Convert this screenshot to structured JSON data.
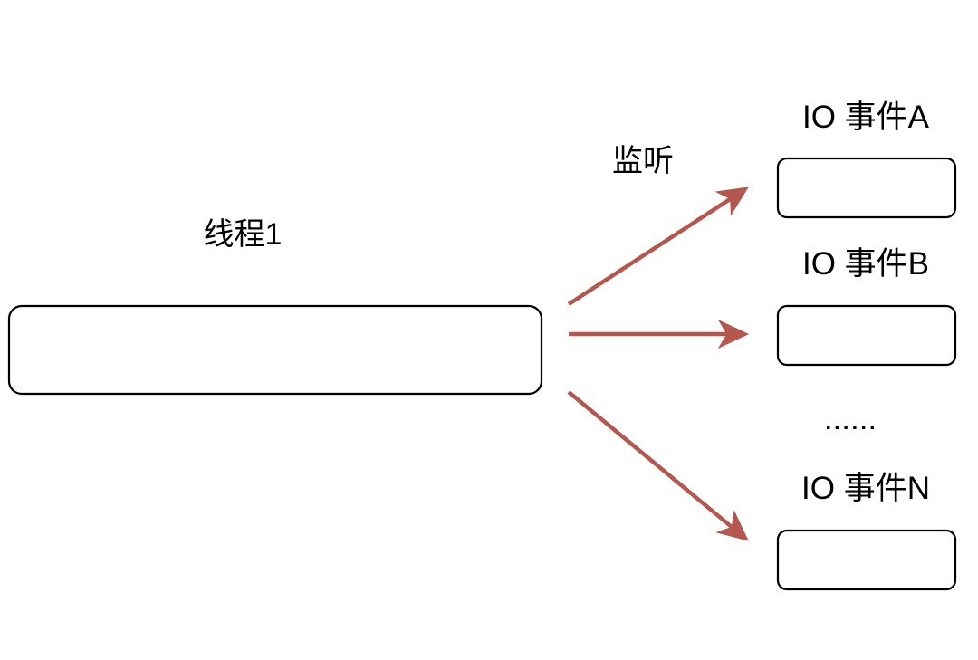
{
  "thread": {
    "label": "线程1"
  },
  "edge_label": "监听",
  "io_events": [
    {
      "label": "IO 事件A"
    },
    {
      "label": "IO 事件B"
    },
    {
      "label": "IO 事件N"
    }
  ],
  "ellipsis": "......",
  "colors": {
    "arrow": "#b4574f",
    "stroke": "#000000",
    "background": "#ffffff"
  }
}
